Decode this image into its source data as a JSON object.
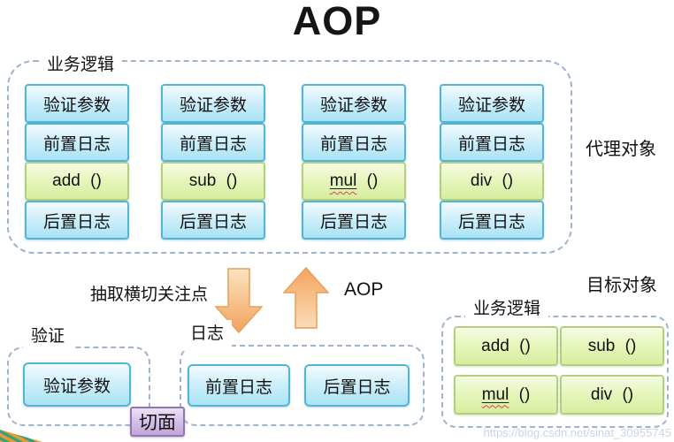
{
  "title": "AOP",
  "watermark": "https://blog.csdn.net/sinat_30955745",
  "colors": {
    "frame_dash": "#9eb3d1",
    "blue_box_border": "#4fb6d8",
    "blue_box_fill_top": "#f2fbfe",
    "blue_box_fill_bottom": "#a9e3f5",
    "green_box_border": "#b3cf7c",
    "green_box_fill_top": "#f5fce2",
    "green_box_fill_bottom": "#d7eda0",
    "purple_badge_border": "#9177b2",
    "arrow_orange_light": "#fde3c2",
    "arrow_orange_dark": "#f1a25c",
    "spellcheck_red": "#e04545"
  },
  "proxy": {
    "frame_label": "业务逻辑",
    "side_label": "代理对象",
    "columns": [
      {
        "validate": "验证参数",
        "pre_log": "前置日志",
        "method": "add ()",
        "post_log": "后置日志"
      },
      {
        "validate": "验证参数",
        "pre_log": "前置日志",
        "method": "sub ()",
        "post_log": "后置日志"
      },
      {
        "validate": "验证参数",
        "pre_log": "前置日志",
        "method_word": "mul",
        "method_suffix": "()",
        "post_log": "后置日志"
      },
      {
        "validate": "验证参数",
        "pre_log": "前置日志",
        "method": "div ()",
        "post_log": "后置日志"
      }
    ]
  },
  "middle": {
    "extract_label": "抽取横切关注点",
    "aop_label": "AOP",
    "down_arrow_icon": "down-arrow",
    "up_arrow_icon": "up-arrow"
  },
  "aspects": {
    "validate_frame_label": "验证",
    "validate_box": "验证参数",
    "log_frame_label": "日志",
    "pre_log_box": "前置日志",
    "post_log_box": "后置日志",
    "aspect_badge": "切面"
  },
  "target": {
    "side_label": "目标对象",
    "frame_label": "业务逻辑",
    "methods": [
      {
        "label": "add ()"
      },
      {
        "label": "sub ()"
      },
      {
        "word": "mul",
        "suffix": "()"
      },
      {
        "label": "div ()"
      }
    ]
  }
}
